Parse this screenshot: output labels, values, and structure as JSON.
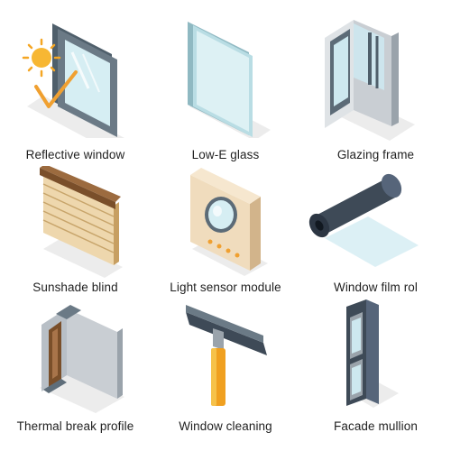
{
  "items": [
    {
      "label": "Reflective window",
      "icon": "reflective-window-icon"
    },
    {
      "label": "Low-E glass",
      "icon": "low-e-glass-icon"
    },
    {
      "label": "Glazing frame",
      "icon": "glazing-frame-icon"
    },
    {
      "label": "Sunshade blind",
      "icon": "sunshade-blind-icon"
    },
    {
      "label": "Light sensor module",
      "icon": "light-sensor-module-icon"
    },
    {
      "label": "Window film rol",
      "icon": "window-film-roll-icon"
    },
    {
      "label": "Thermal break profile",
      "icon": "thermal-break-profile-icon"
    },
    {
      "label": "Window cleaning",
      "icon": "window-cleaning-icon"
    },
    {
      "label": "Facade mullion",
      "icon": "facade-mullion-icon"
    }
  ],
  "colors": {
    "frame": "#5f6e7a",
    "glass": "#cfe9ef",
    "sun": "#f5a623",
    "wood": "#e8cfa0",
    "film": "#3e4a57"
  }
}
